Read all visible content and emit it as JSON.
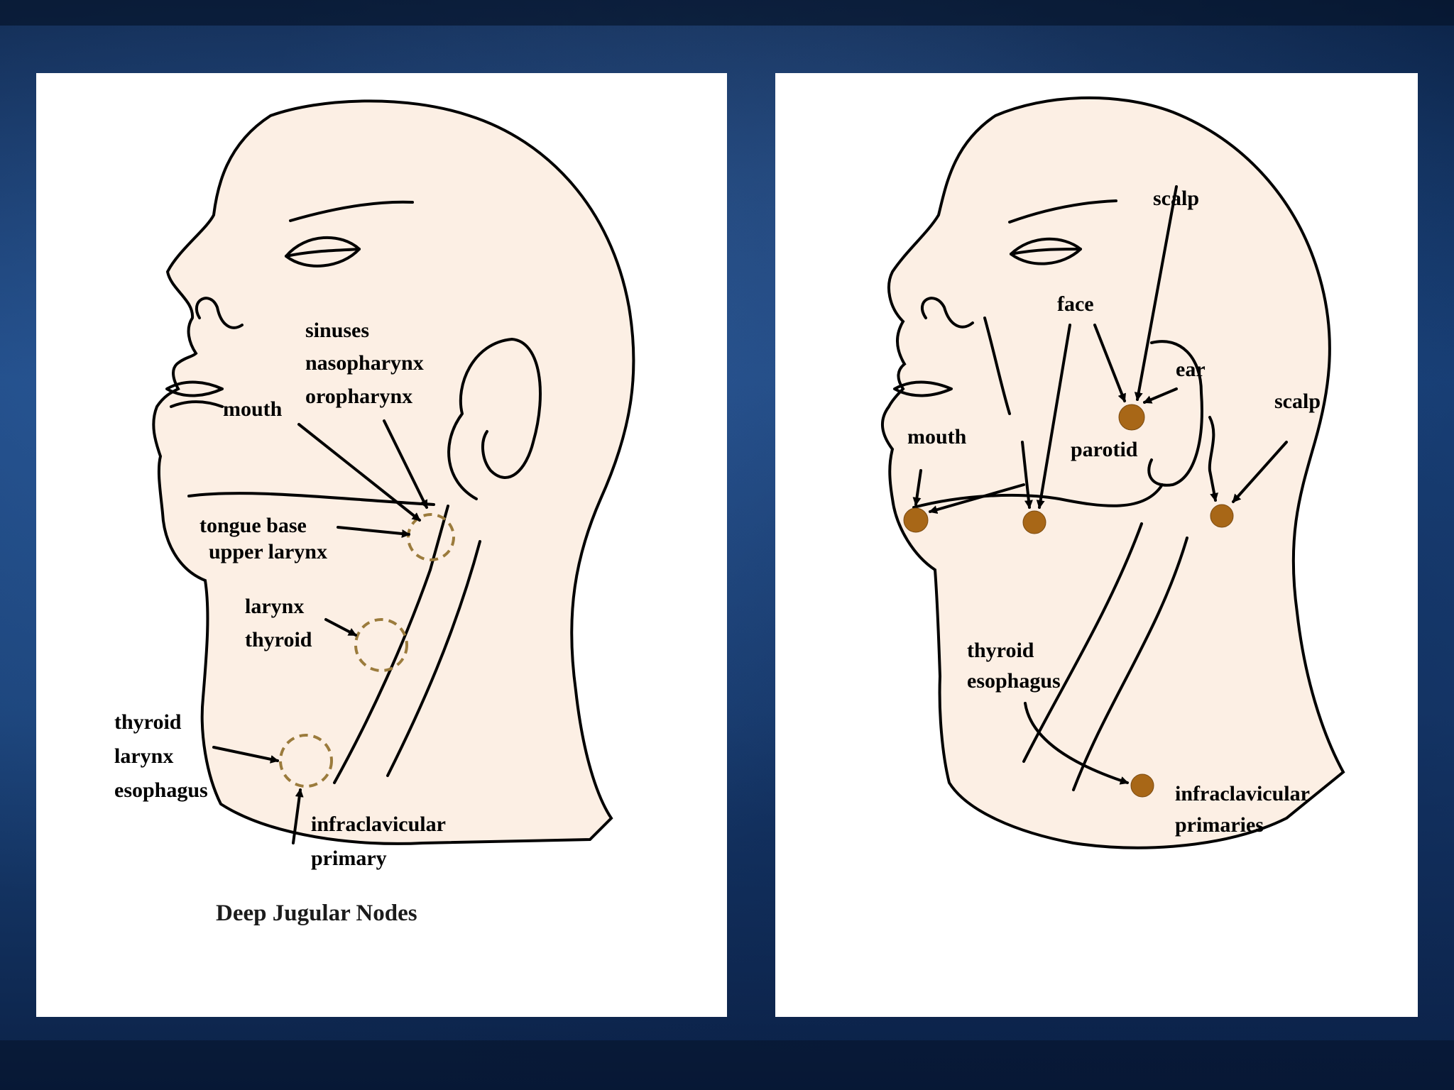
{
  "left_panel": {
    "labels": {
      "sinuses": "sinuses",
      "nasopharynx": "nasopharynx",
      "oropharynx": "oropharynx",
      "mouth": "mouth",
      "tongue_base": "tongue base",
      "upper_larynx": "upper larynx",
      "larynx": "larynx",
      "thyroid": "thyroid",
      "thyroid2": "thyroid",
      "larynx2": "larynx",
      "esophagus": "esophagus",
      "infraclavicular": "infraclavicular",
      "primary": "primary"
    },
    "caption": "Deep Jugular Nodes"
  },
  "right_panel": {
    "labels": {
      "scalp_top": "scalp",
      "face": "face",
      "ear": "ear",
      "scalp_right": "scalp",
      "mouth": "mouth",
      "parotid": "parotid",
      "thyroid": "thyroid",
      "esophagus": "esophagus",
      "infraclavicular": "infraclavicular",
      "primaries": "primaries"
    }
  },
  "colors": {
    "background": "#1a4278",
    "skin": "#fcefe4",
    "node_dot": "#a86717",
    "node_ring": "#9b7b3c"
  }
}
